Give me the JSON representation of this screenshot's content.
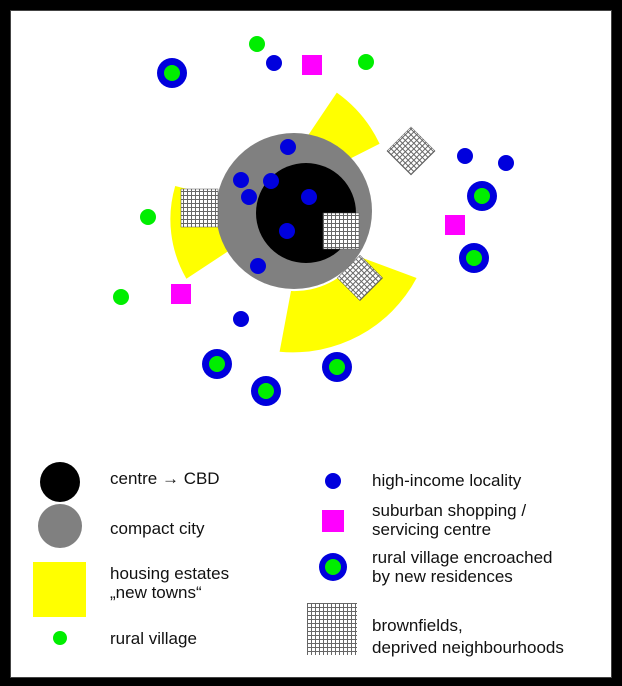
{
  "legend": {
    "cbd": "centre → CBD",
    "compact": "compact city",
    "housing_1": "housing estates",
    "housing_2": "„new towns“",
    "rural": "rural village",
    "highincome": "high-income locality",
    "shopping_1": "suburban shopping /",
    "shopping_2": "servicing centre",
    "encroached_1": "rural village encroached",
    "encroached_2": "by new residences",
    "brownfield_1": "brownfields,",
    "brownfield_2": "deprived neighbourhoods"
  },
  "colors": {
    "cbd": "#000000",
    "compact": "#808080",
    "housing": "#ffff00",
    "rural": "#00ee00",
    "highincome": "#0000dd",
    "shopping": "#ff00ff",
    "brownfield": "#888888"
  },
  "icons": [
    "cbd-circle-icon",
    "compact-city-circle-icon",
    "housing-estate-square-icon",
    "rural-village-dot-icon",
    "high-income-dot-icon",
    "shopping-square-icon",
    "encroached-village-ring-icon",
    "brownfield-hatch-icon"
  ]
}
